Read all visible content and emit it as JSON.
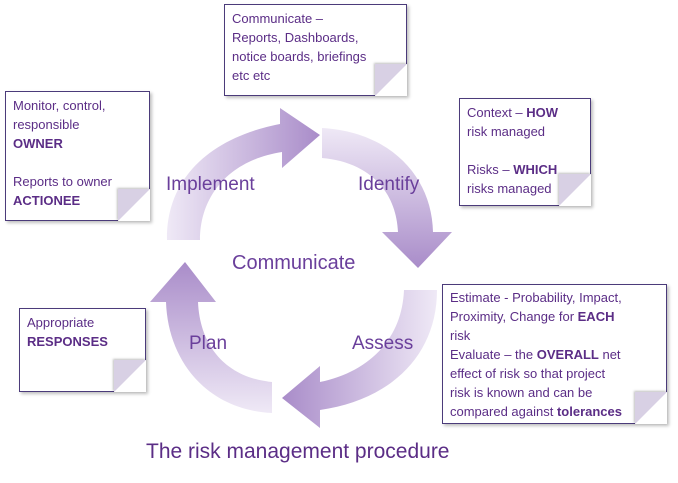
{
  "title": "The risk management procedure",
  "center": "Communicate",
  "stages": {
    "implement": "Implement",
    "identify": "Identify",
    "assess": "Assess",
    "plan": "Plan"
  },
  "notes": {
    "communicate": {
      "line1": "Communicate –",
      "line2": "Reports, Dashboards,",
      "line3": "notice boards, briefings",
      "line4": "etc etc"
    },
    "monitor": {
      "line1": "Monitor, control,",
      "line2": "responsible",
      "owner": "OWNER",
      "line3": "Reports to owner",
      "actionee": "ACTIONEE"
    },
    "context": {
      "c_pre": "Context – ",
      "c_bold": "HOW",
      "c_post": "risk managed",
      "r_pre": "Risks – ",
      "r_bold": "WHICH",
      "r_post": "risks managed"
    },
    "responses": {
      "line1": "Appropriate",
      "bold": "RESPONSES"
    },
    "estimate": {
      "l1": "Estimate - Probability, Impact,",
      "l2_pre": "Proximity, Change for ",
      "l2_bold": "EACH",
      "l3": "risk",
      "l4_pre": "Evaluate – the ",
      "l4_bold": "OVERALL",
      "l4_post": " net",
      "l5": "effect of risk so that project",
      "l6": "risk is known and can be",
      "l7_pre": "compared against ",
      "l7_bold": "tolerances"
    }
  },
  "colors": {
    "arrow_dark": "#a98cc9",
    "arrow_light": "#efe9f6",
    "text_purple": "#5b2d86",
    "border": "#4b3b7a"
  }
}
